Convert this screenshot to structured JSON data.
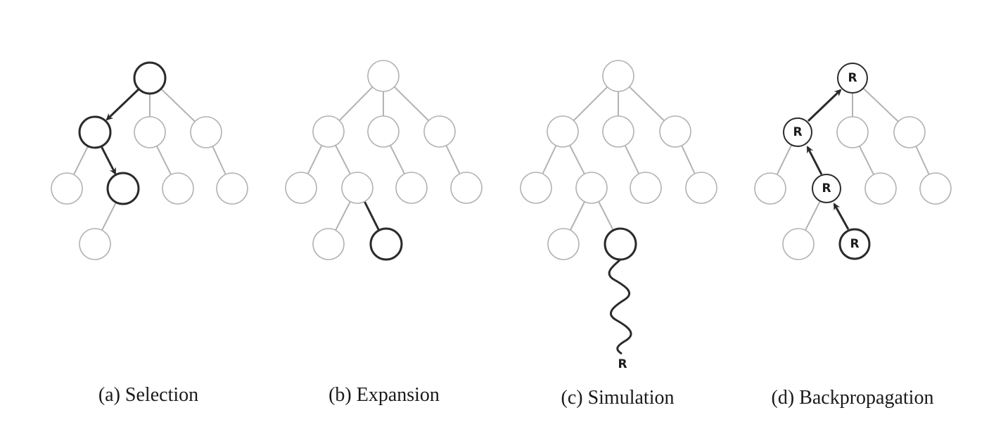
{
  "panels": [
    {
      "id": "a",
      "caption": "(a) Selection"
    },
    {
      "id": "b",
      "caption": "(b) Expansion"
    },
    {
      "id": "c",
      "caption": "(c) Simulation",
      "result_label": "R"
    },
    {
      "id": "d",
      "caption": "(d) Backpropagation",
      "node_label": "R"
    }
  ],
  "colors": {
    "light": "#b3b3b3",
    "dark": "#2b2b2b"
  }
}
